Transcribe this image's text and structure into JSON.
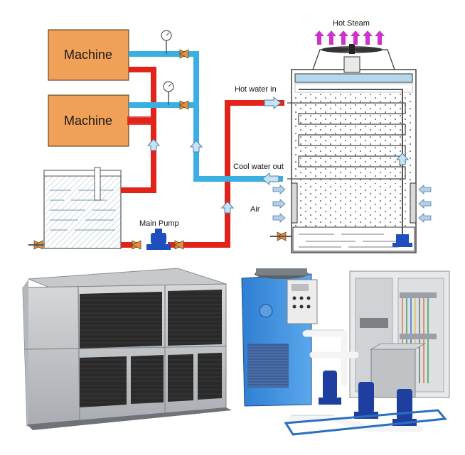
{
  "diagram": {
    "machine_top_label": "Machine",
    "machine_bottom_label": "Machine",
    "hot_steam_label": "Hot Steam",
    "hot_water_in_label": "Hot water in",
    "cool_water_out_label": "Cool water out",
    "air_label": "Air",
    "main_pump_label": "Main Pump"
  },
  "colors": {
    "hot_pipe": "#e2231a",
    "cool_pipe": "#3ab0e2",
    "machine_fill": "#f0a057",
    "steam_arrow": "#cc33cc",
    "pump": "#1f4fbf"
  },
  "photos": {
    "left_unit": "closed-circuit cooling tower photo",
    "right_unit": "blue cooling tower with pumps and control cabinet photo"
  }
}
